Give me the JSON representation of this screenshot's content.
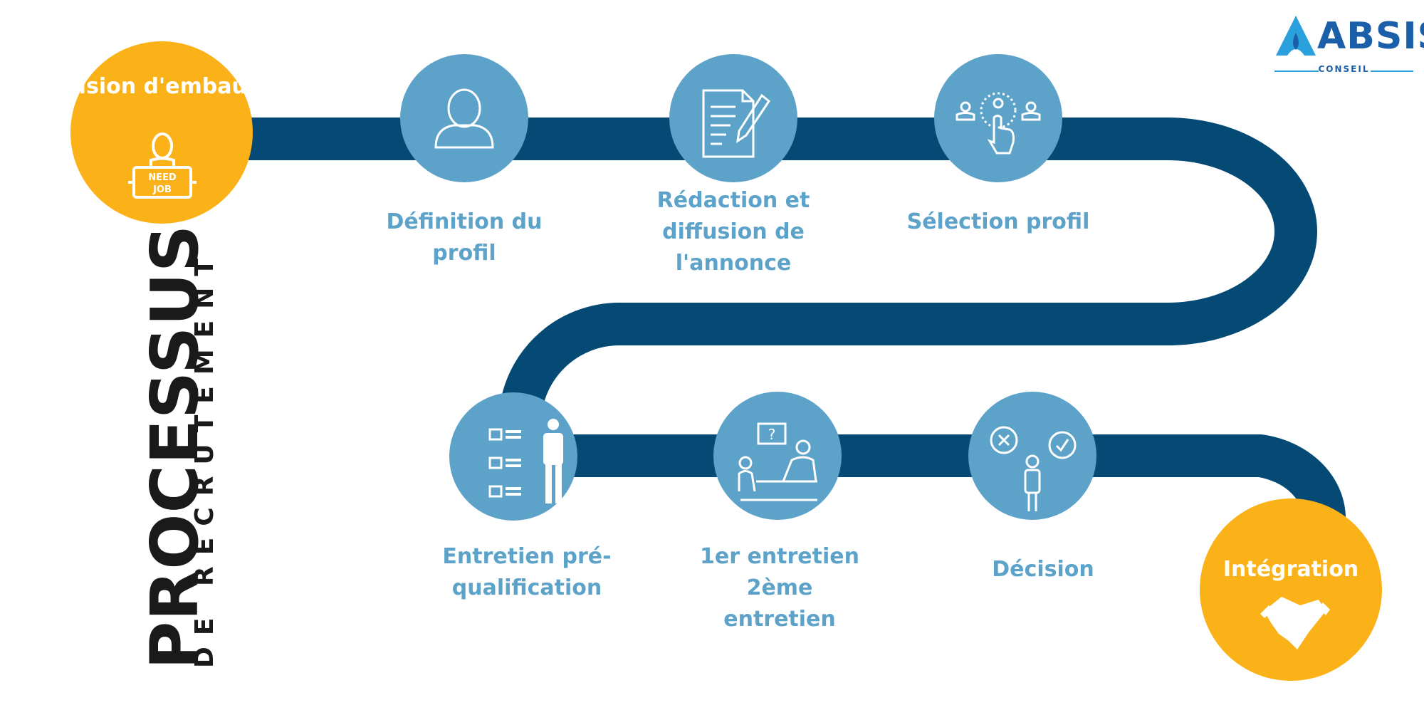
{
  "title": {
    "main": "PROCESSUS",
    "sub": "DE RECRUTEMENT"
  },
  "logo": {
    "brand": "ABSIS",
    "tagline": "CONSEIL"
  },
  "start": {
    "label": "Décision d'embauche",
    "sign_text": "NEED JOB",
    "icon": "job-seeker-icon"
  },
  "steps": [
    {
      "label": "Définition du profil",
      "icon": "user-profile-icon"
    },
    {
      "label": "Rédaction et diffusion de l'annonce",
      "icon": "document-pen-icon"
    },
    {
      "label": "Sélection profil",
      "icon": "select-candidate-icon"
    },
    {
      "label": "Entretien pré-qualification",
      "icon": "checklist-person-icon"
    },
    {
      "label": "1er entretien 2ème entretien",
      "icon": "interview-icon"
    },
    {
      "label": "Décision",
      "icon": "decision-icon"
    }
  ],
  "end": {
    "label": "Intégration",
    "icon": "handshake-icon"
  },
  "colors": {
    "path": "#044a74",
    "step": "#5da2c8",
    "accent": "#fbb118",
    "logo": "#1b5fa8"
  }
}
